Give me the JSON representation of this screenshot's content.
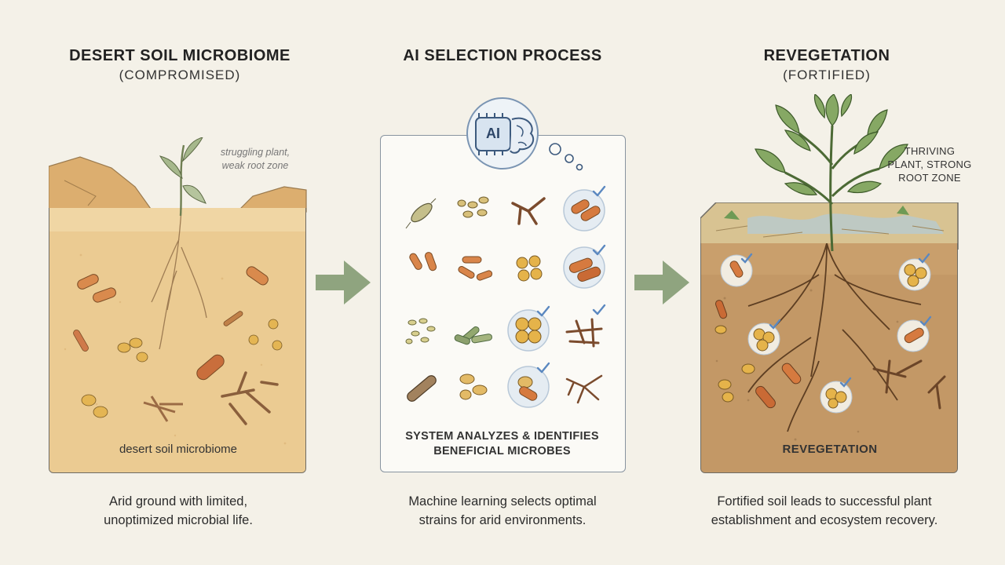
{
  "columns": [
    {
      "title": "DESERT SOIL MICROBIOME",
      "subtitle": "(COMPROMISED)",
      "panel_label": "desert soil microbiome",
      "annotation": [
        "struggling plant,",
        "weak root zone"
      ],
      "caption": [
        "Arid ground with limited,",
        "unoptimized microbial life."
      ]
    },
    {
      "title": "AI SELECTION PROCESS",
      "subtitle": "",
      "badge": "AI",
      "panel_label": [
        "SYSTEM ANALYZES & IDENTIFIES",
        "BENEFICIAL MICROBES"
      ],
      "caption": [
        "Machine learning selects optimal",
        "strains for arid environments."
      ]
    },
    {
      "title": "REVEGETATION",
      "subtitle": "(FORTIFIED)",
      "panel_label": "REVEGETATION",
      "annotation": [
        "THRIVING",
        "PLANT, STRONG",
        "ROOT ZONE"
      ],
      "caption": [
        "Fortified soil leads to successful plant",
        "establishment and ecosystem recovery."
      ]
    }
  ],
  "colors": {
    "background": "#f4f1e8",
    "arrow": "#8fa47f",
    "desert_soil": "#e9c98f",
    "fortified_soil": "#b98a57",
    "check": "#6d95c4"
  }
}
